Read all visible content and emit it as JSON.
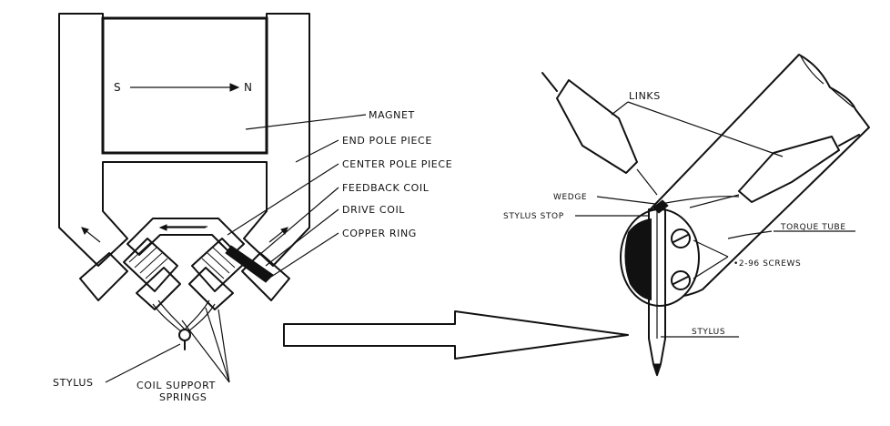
{
  "left_figure": {
    "poles": {
      "south": "S",
      "north": "N"
    },
    "labels": {
      "magnet": "MAGNET",
      "end_pole_piece": "END POLE PIECE",
      "center_pole_piece": "CENTER POLE PIECE",
      "feedback_coil": "FEEDBACK COIL",
      "drive_coil": "DRIVE COIL",
      "copper_ring": "COPPER RING",
      "stylus": "STYLUS",
      "coil_support_line1": "COIL SUPPORT",
      "coil_support_line2": "SPRINGS"
    }
  },
  "right_figure": {
    "labels": {
      "links": "LINKS",
      "wedge": "WEDGE",
      "stylus_stop": "STYLUS STOP",
      "torque_tube": "TORQUE TUBE",
      "screws": "2-96 SCREWS",
      "stylus": "STYLUS"
    }
  }
}
